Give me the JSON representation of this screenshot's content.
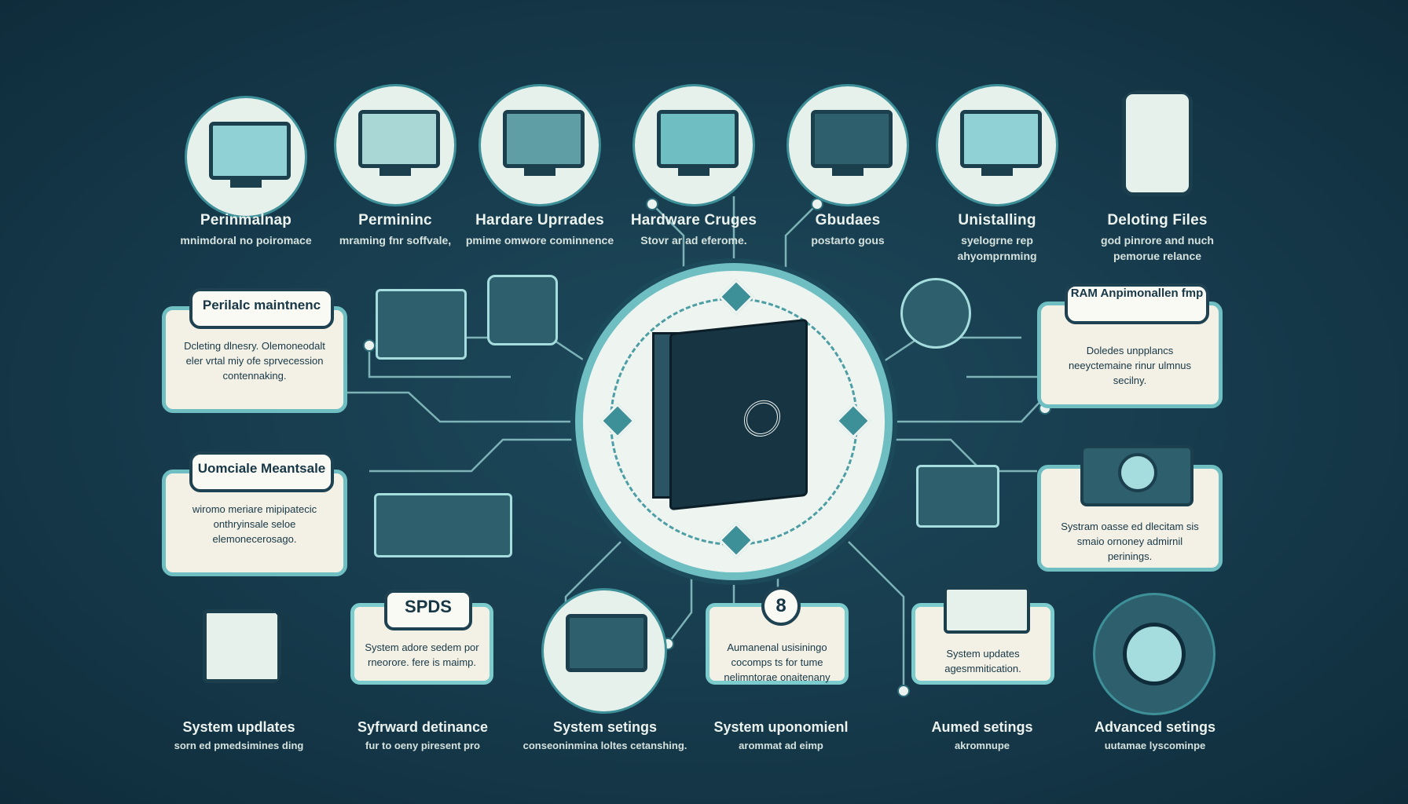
{
  "top_items": [
    {
      "title": "Perinmalnap",
      "sub": "mnimdoral no poiromace"
    },
    {
      "title": "Permininc",
      "sub": "mraming fnr soffvale,"
    },
    {
      "title": "Hardare Uprrades",
      "sub": "pmime omwore cominnence"
    },
    {
      "title": "Hardware Cruges",
      "sub": "Stovr ar ad eferome."
    },
    {
      "title": "Gbudaes",
      "sub": "postarto gous"
    },
    {
      "title": "Unistalling",
      "sub": "syelogrne rep ahyomprnming"
    },
    {
      "title": "Deloting Files",
      "sub": "god pinrore and nuch pemorue relance"
    }
  ],
  "left_cards": [
    {
      "title": "Perilalc maintnenc",
      "desc": "Dcleting dlnesry. Olemoneodalt eler vrtal miy ofe sprvecession contennaking."
    },
    {
      "title": "Uomciale Meantsale",
      "desc": "wiromo meriare mipipatecic onthryinsale seloe elemonecerosago."
    }
  ],
  "right_cards": [
    {
      "title": "RAM Anpimonallen fmp",
      "desc": "Doledes unpplancs neeyctemaine rinur ulmnus secilny."
    },
    {
      "title": "",
      "desc": "Systram oasse ed dlecitam sis smaio ornoney admirnil perinings."
    }
  ],
  "bottom_cards": [
    {
      "badge": "SPDS",
      "desc": "System adore sedem por rneorore. fere is maimp."
    },
    {
      "badge": "8",
      "desc": "Aumanenal usisiningo cocomps ts for tume nelimntorae onaitenany"
    },
    {
      "badge": "",
      "desc": "System updates agesmmitication."
    }
  ],
  "bottom_items": [
    {
      "title": "System updlates",
      "sub": "sorn ed pmedsimines ding"
    },
    {
      "title": "Syfrward detinance",
      "sub": "fur to oeny piresent pro"
    },
    {
      "title": "System setings",
      "sub": "conseoninmina loltes cetanshing."
    },
    {
      "title": "System uponomienl",
      "sub": "arommat ad eimp"
    },
    {
      "title": "Aumed setings",
      "sub": "akromnupe"
    },
    {
      "title": "Advanced setings",
      "sub": "uutamae lyscominpe"
    }
  ]
}
